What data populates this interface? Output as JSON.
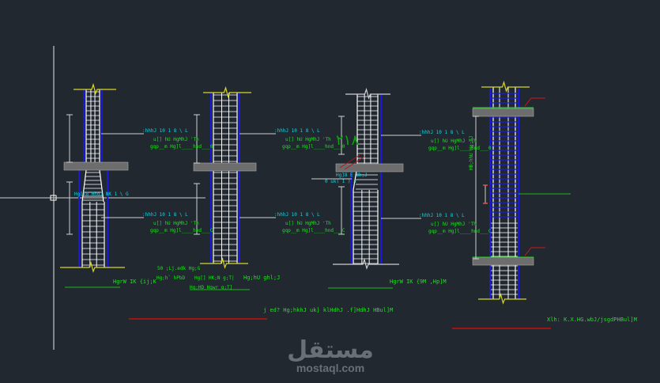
{
  "annotation_top": {
    "cyan": ":hhhJ  10   1   8   \\   L",
    "line1": "u[] hU HgMhJ 'Th",
    "line2": "gqp__m Hg]l____hnd___0"
  },
  "annotation_bottom": {
    "cyan": ":hhhJ  10   1   8   \\   L",
    "line1": "u[] hU HgMhJ 'Th",
    "line2": "gqp__m Hg]l____hnd___C"
  },
  "column1": {
    "section_label": "Hg[k8 HhdJ NK  1   \\   G",
    "title": "HgrW IK  {ij;K"
  },
  "column2": {
    "dims": "50      ;Lj.edk      Hg;G",
    "note1": "Hg;h` hPbD",
    "note2": "Hg[] HK;N g;T|",
    "note3": "Hg;hU  ghl;J",
    "note4": "Hg;HD Hgwr g;T]"
  },
  "column3": {
    "label1": "Hg]8 E  dh;J",
    "label2": "0     uk( 1  )  a",
    "arabic_mark": "٢١٨",
    "title": "HgrW IK  {9M  ,Hp]M"
  },
  "column4": {
    "vertical_label": "HB;hhU Hg;hJ",
    "title": "Xlh: K.X.HG.wbJ/jsgdPHBul]M"
  },
  "main_title": "j ed? Hg;hkhJ   uk] klHdhJ .f]HdhJ HBul]M",
  "watermark": {
    "arabic": "مستقل",
    "latin": "mostaql.com"
  },
  "colors": {
    "background": "#212830",
    "rebar": "#ffffff",
    "cover": "#1a1adf",
    "text_cyan": "#19d3e0",
    "text_green": "#1ee31e",
    "break_line": "#d8d820",
    "title_underline": "#9b1515"
  }
}
